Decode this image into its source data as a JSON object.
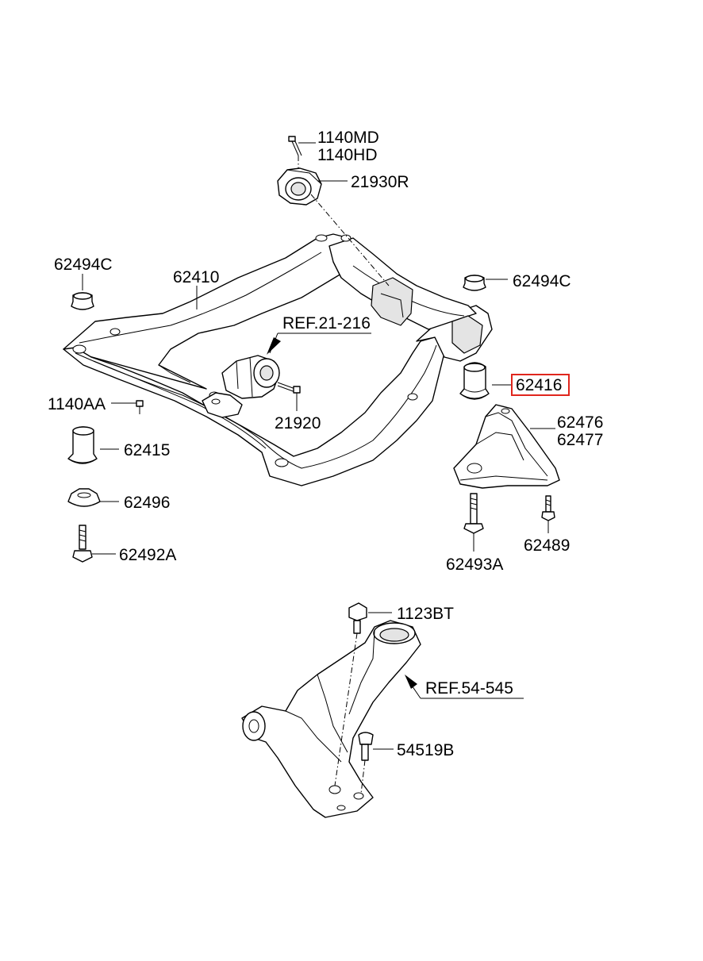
{
  "labels": {
    "p1140md": "1140MD",
    "p1140hd": "1140HD",
    "p21930r": "21930R",
    "p62494c_left": "62494C",
    "p62494c_right": "62494C",
    "p62410": "62410",
    "ref21216": "REF.21-216",
    "p62416": "62416",
    "p1140aa": "1140AA",
    "p21920": "21920",
    "p62476": "62476",
    "p62477": "62477",
    "p62415": "62415",
    "p62496": "62496",
    "p62492a": "62492A",
    "p62493a": "62493A",
    "p62489": "62489",
    "p1123bt": "1123BT",
    "ref54545": "REF.54-545",
    "p54519b": "54519B"
  },
  "highlight": {
    "part": "62416",
    "color": "#e0261d"
  }
}
